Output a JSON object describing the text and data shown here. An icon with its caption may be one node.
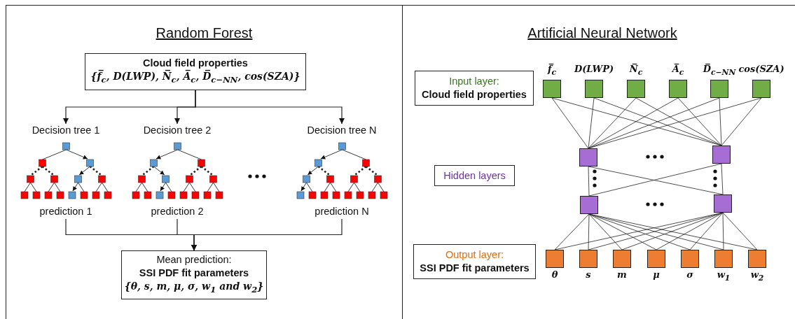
{
  "diagram": {
    "nodes": [
      {
        "text": [
          "Random Forest"
        ]
      },
      {
        "text": [
          "Cloud field properties",
          "{f̅$_{c}$, D(LWP), N̅$_{c}$, A̅$_{c}$, D̅$_{c−NN}$, cos(SZA)}"
        ],
        "in": 0
      },
      {
        "text": [
          "Decision tree 1",
          "prediction 1"
        ],
        "in": 0
      },
      {
        "text": [
          "Decision tree 2",
          "prediction 2"
        ],
        "in": 0
      },
      {
        "text": [
          "Decision tree N",
          "prediction N"
        ],
        "in": 0
      },
      {
        "text": [
          "Mean prediction:",
          "SSI PDF fit parameters",
          "{*θ, s, m, μ, σ, w*$_{1}$ and *w*$_{2}$}"
        ],
        "in": 0
      },
      {
        "text": [
          "Artificial Neural Network"
        ]
      },
      {
        "text": [
          "Input layer:",
          "Cloud field properties"
        ],
        "in": 6
      },
      {
        "text": [
          "f̅$_{c}$"
        ],
        "in": 6
      },
      {
        "text": [
          "D(LWP)"
        ],
        "in": 6
      },
      {
        "text": [
          "N̅$_{c}$"
        ],
        "in": 6
      },
      {
        "text": [
          "A̅$_{c}$"
        ],
        "in": 6
      },
      {
        "text": [
          "D̅$_{c−NN}$"
        ],
        "in": 6
      },
      {
        "text": [
          "cos(SZA)"
        ],
        "in": 6
      },
      {
        "text": [
          "Hidden layers"
        ],
        "in": 6
      },
      {
        "text": [],
        "shape": "box",
        "in": 6
      },
      {
        "text": [],
        "shape": "box",
        "in": 6
      },
      {
        "text": [],
        "shape": "box",
        "in": 6
      },
      {
        "text": [],
        "shape": "box",
        "in": 6
      },
      {
        "text": [
          "Output layer:",
          "SSI PDF fit parameters"
        ],
        "in": 6
      },
      {
        "text": [
          "θ"
        ],
        "in": 6
      },
      {
        "text": [
          "s"
        ],
        "in": 6
      },
      {
        "text": [
          "m"
        ],
        "in": 6
      },
      {
        "text": [
          "μ"
        ],
        "in": 6
      },
      {
        "text": [
          "σ"
        ],
        "in": 6
      },
      {
        "text": [
          "w$_{1}$"
        ],
        "in": 6
      },
      {
        "text": [
          "w$_{2}$"
        ],
        "in": 6
      }
    ],
    "edges": [
      {
        "from": 1,
        "to": 2,
        "arrow": "to"
      },
      {
        "from": 1,
        "to": 3,
        "arrow": "to"
      },
      {
        "from": 1,
        "to": 4,
        "arrow": "to"
      },
      {
        "from": 2,
        "to": 5,
        "arrow": "to"
      },
      {
        "from": 3,
        "to": 5,
        "arrow": "to"
      },
      {
        "from": 4,
        "to": 5,
        "arrow": "to"
      },
      {
        "from": 8,
        "to": 15,
        "arrow": "none"
      },
      {
        "from": 8,
        "to": 16,
        "arrow": "none"
      },
      {
        "from": 9,
        "to": 15,
        "arrow": "none"
      },
      {
        "from": 9,
        "to": 16,
        "arrow": "none"
      },
      {
        "from": 10,
        "to": 15,
        "arrow": "none"
      },
      {
        "from": 10,
        "to": 16,
        "arrow": "none"
      },
      {
        "from": 11,
        "to": 15,
        "arrow": "none"
      },
      {
        "from": 11,
        "to": 16,
        "arrow": "none"
      },
      {
        "from": 12,
        "to": 15,
        "arrow": "none"
      },
      {
        "from": 12,
        "to": 16,
        "arrow": "none"
      },
      {
        "from": 13,
        "to": 15,
        "arrow": "none"
      },
      {
        "from": 13,
        "to": 16,
        "arrow": "none"
      },
      {
        "from": 15,
        "to": 17,
        "arrow": "none"
      },
      {
        "from": 15,
        "to": 18,
        "arrow": "none"
      },
      {
        "from": 16,
        "to": 17,
        "arrow": "none"
      },
      {
        "from": 16,
        "to": 18,
        "arrow": "none"
      },
      {
        "from": 17,
        "to": 20,
        "arrow": "none"
      },
      {
        "from": 17,
        "to": 21,
        "arrow": "none"
      },
      {
        "from": 17,
        "to": 22,
        "arrow": "none"
      },
      {
        "from": 17,
        "to": 23,
        "arrow": "none"
      },
      {
        "from": 17,
        "to": 24,
        "arrow": "none"
      },
      {
        "from": 17,
        "to": 25,
        "arrow": "none"
      },
      {
        "from": 17,
        "to": 26,
        "arrow": "none"
      },
      {
        "from": 18,
        "to": 20,
        "arrow": "none"
      },
      {
        "from": 18,
        "to": 21,
        "arrow": "none"
      },
      {
        "from": 18,
        "to": 22,
        "arrow": "none"
      },
      {
        "from": 18,
        "to": 23,
        "arrow": "none"
      },
      {
        "from": 18,
        "to": 24,
        "arrow": "none"
      },
      {
        "from": 18,
        "to": 25,
        "arrow": "none"
      },
      {
        "from": 18,
        "to": 26,
        "arrow": "none"
      }
    ]
  }
}
